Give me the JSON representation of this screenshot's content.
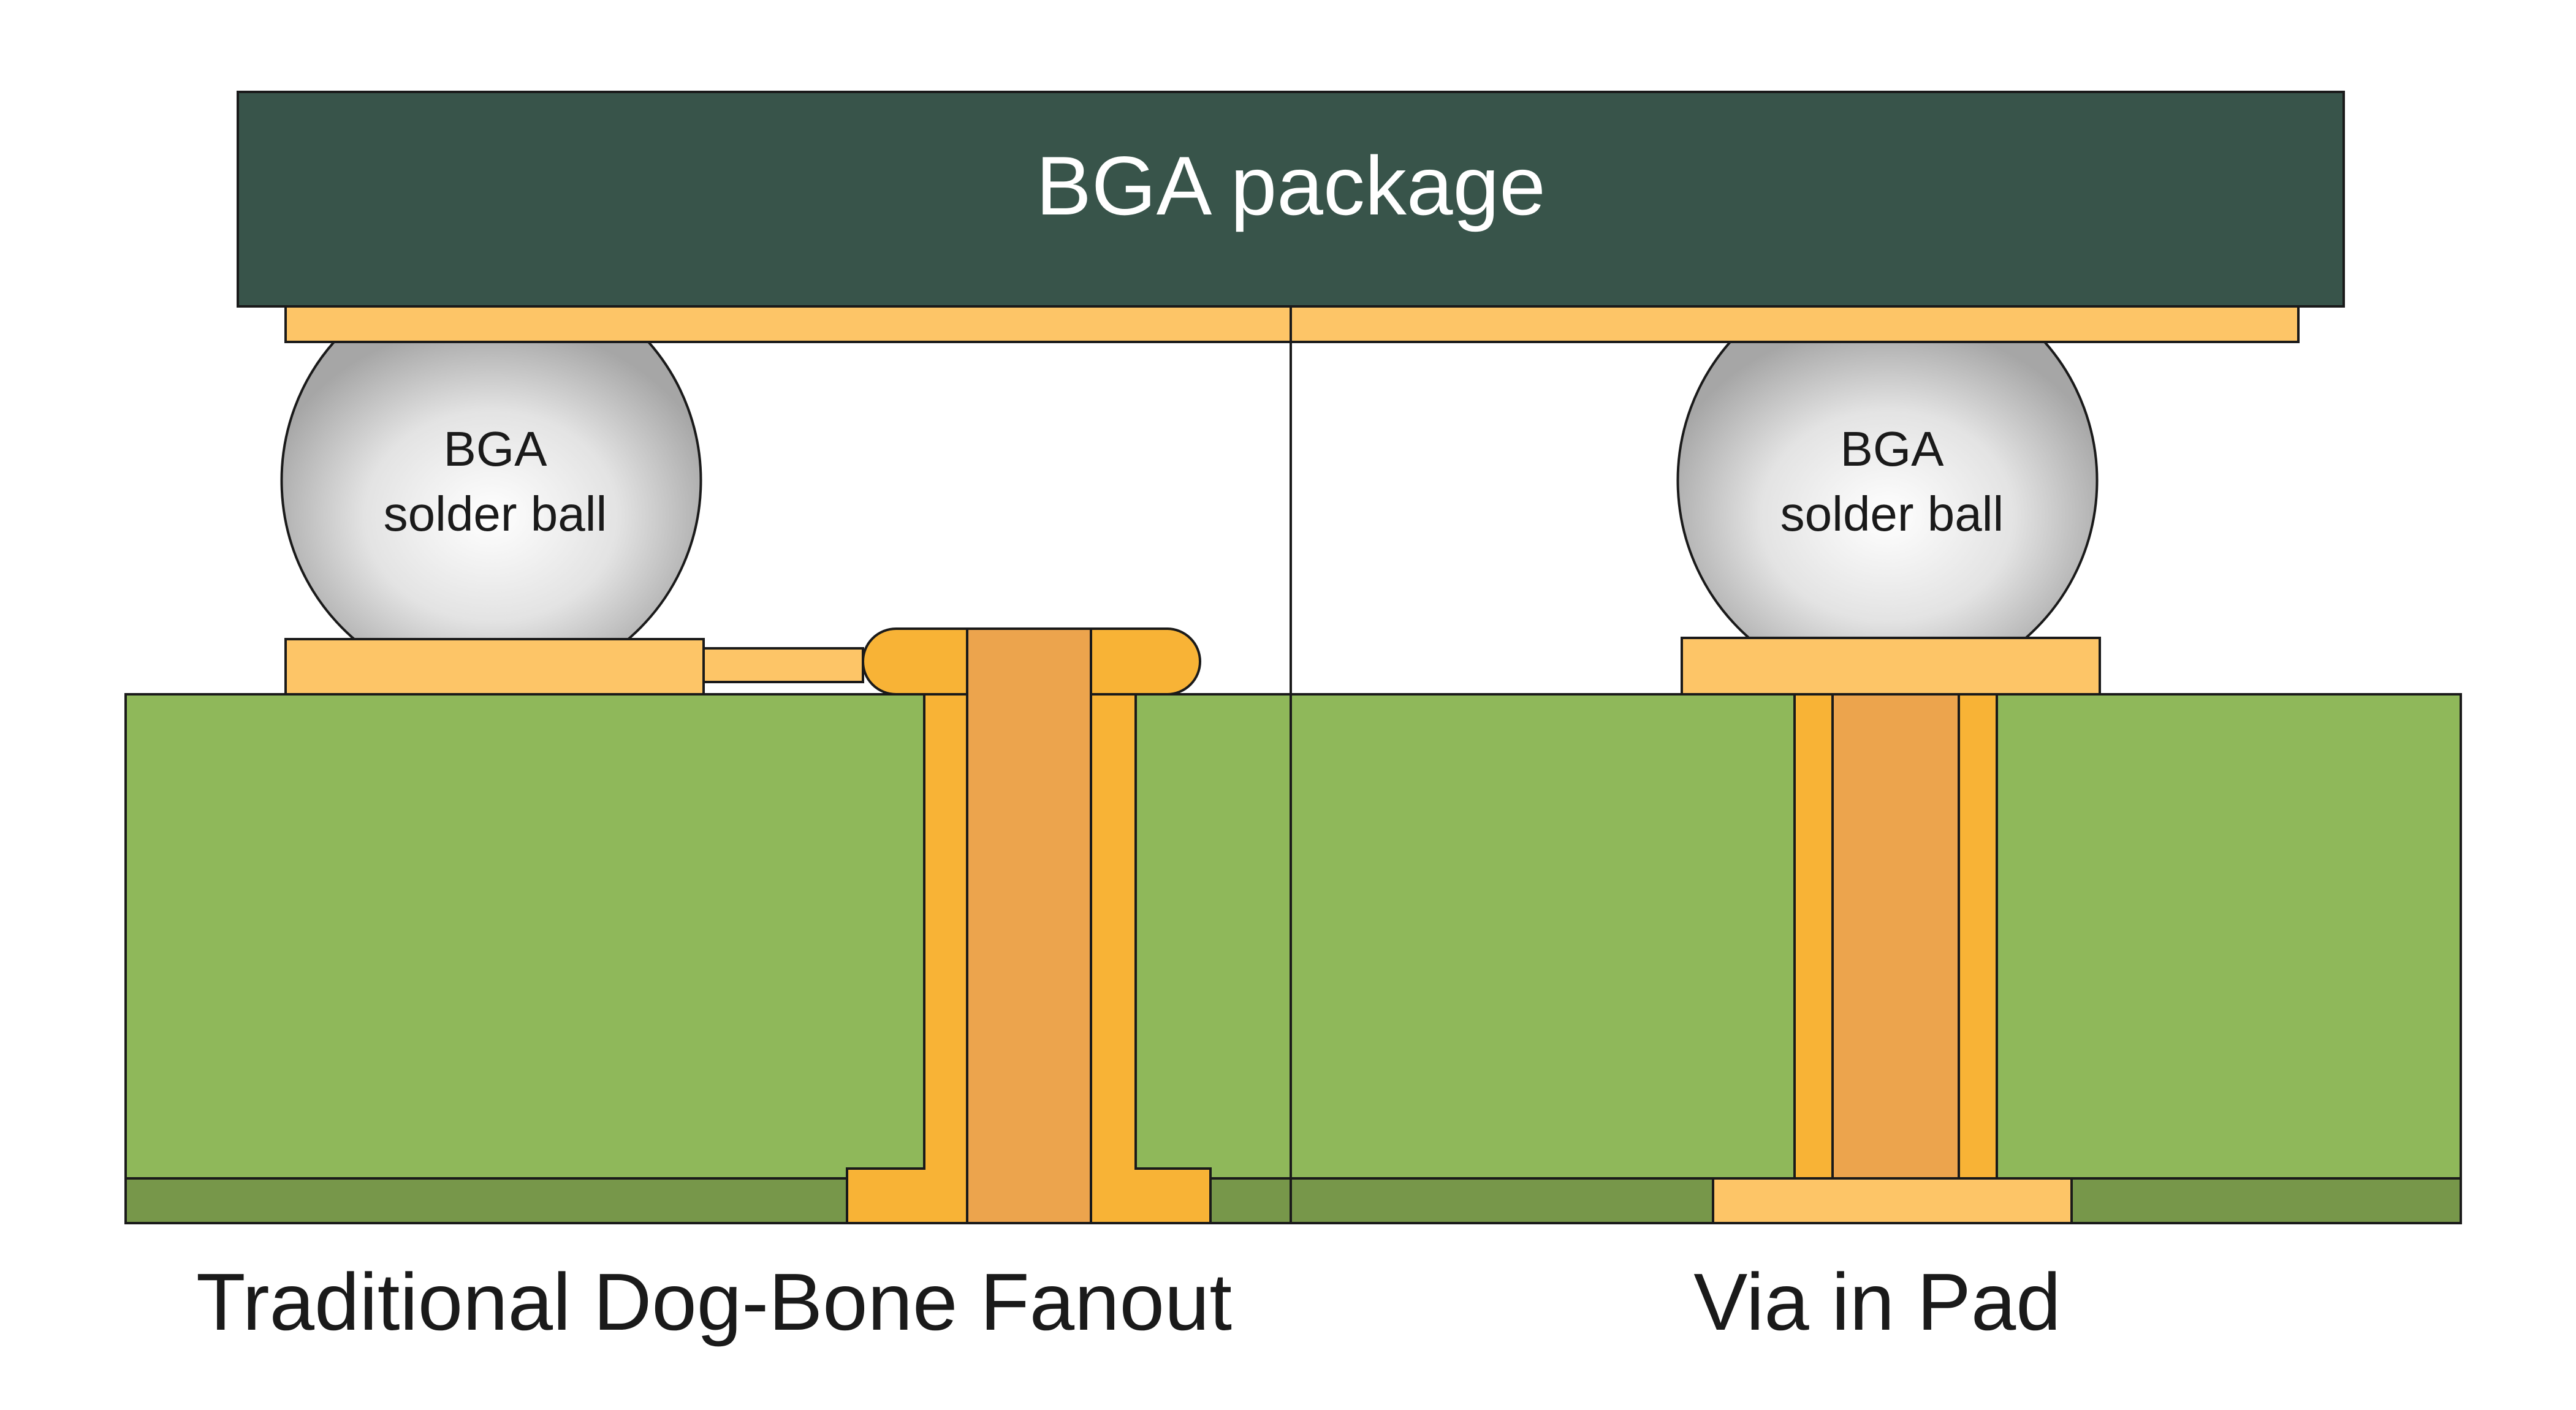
{
  "package": {
    "label": "BGA package"
  },
  "left": {
    "ball_label_line1": "BGA",
    "ball_label_line2": "solder ball",
    "caption": "Traditional Dog-Bone Fanout"
  },
  "right": {
    "ball_label_line1": "BGA",
    "ball_label_line2": "solder ball",
    "caption": "Via in Pad"
  },
  "colors": {
    "package": "#38544a",
    "pad": "#fdc567",
    "board": "#8fb85a",
    "board_bottom": "#77974a",
    "via_wall": "#f8b336",
    "via_fill": "#eca44d",
    "ball_center": "#ffffff",
    "ball_edge": "#a8a8a8",
    "outline": "#1a1a1a"
  }
}
